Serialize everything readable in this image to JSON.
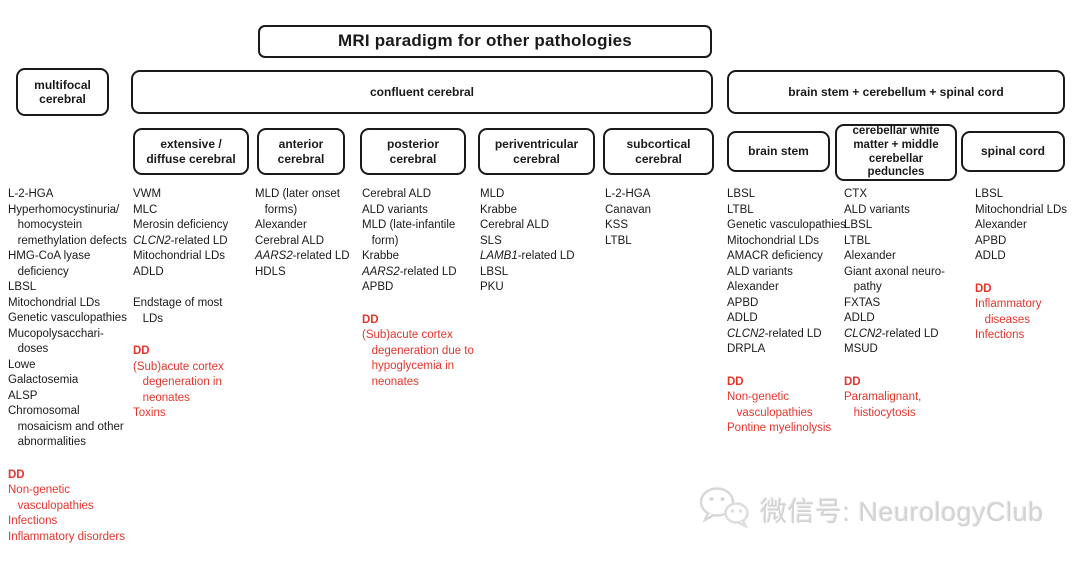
{
  "title": "MRI paradigm for other pathologies",
  "category_boxes": [
    {
      "label": "multifocal\ncerebral"
    },
    {
      "label": "confluent cerebral"
    },
    {
      "label": "brain stem + cerebellum + spinal cord"
    }
  ],
  "subcategory_boxes": [
    {
      "label": "extensive /\ndiffuse cerebral"
    },
    {
      "label": "anterior\ncerebral"
    },
    {
      "label": "posterior\ncerebral"
    },
    {
      "label": "periventricular\ncerebral"
    },
    {
      "label": "subcortical\ncerebral"
    },
    {
      "label": "brain stem"
    },
    {
      "label": "cerebellar white\nmatter + middle\ncerebellar\npeduncles"
    },
    {
      "label": "spinal cord"
    }
  ],
  "columns": [
    {
      "region": "multifocal cerebral",
      "groups": [
        {
          "color": "black",
          "lines": [
            "L-2-HGA",
            "Hyperhomocystinuria/",
            "   homocystein",
            "   remethylation defects",
            "HMG-CoA lyase",
            "   deficiency",
            "LBSL",
            "Mitochondrial LDs",
            "Genetic vasculopathies",
            "Mucopolysacchari-",
            "   doses",
            "Lowe",
            "Galactosemia",
            "ALSP",
            "Chromosomal",
            "   mosaicism and other",
            "   abnormalities"
          ]
        },
        {
          "color": "red",
          "lines": [
            "DD",
            "Non-genetic",
            "   vasculopathies",
            "Infections",
            "Inflammatory disorders"
          ]
        }
      ]
    },
    {
      "region": "extensive / diffuse cerebral",
      "groups": [
        {
          "color": "black",
          "lines": [
            "VWM",
            "MLC",
            "Merosin deficiency",
            "*CLCN2*-related LD",
            "Mitochondrial LDs",
            "ADLD"
          ]
        },
        {
          "color": "black",
          "lines": [
            "Endstage of most",
            "   LDs"
          ]
        },
        {
          "color": "red",
          "lines": [
            "DD",
            "(Sub)acute cortex",
            "   degeneration in",
            "   neonates",
            "Toxins"
          ]
        }
      ]
    },
    {
      "region": "anterior cerebral",
      "groups": [
        {
          "color": "black",
          "lines": [
            "MLD (later onset",
            "   forms)",
            "Alexander",
            "Cerebral ALD",
            "*AARS2*-related LD",
            "HDLS"
          ]
        }
      ]
    },
    {
      "region": "posterior cerebral",
      "groups": [
        {
          "color": "black",
          "lines": [
            "Cerebral ALD",
            "ALD variants",
            "MLD (late-infantile",
            "   form)",
            "Krabbe",
            "*AARS2*-related LD",
            "APBD"
          ]
        },
        {
          "color": "red",
          "lines": [
            "DD",
            "(Sub)acute cortex",
            "   degeneration due to",
            "   hypoglycemia in",
            "   neonates"
          ]
        }
      ]
    },
    {
      "region": "periventricular cerebral",
      "groups": [
        {
          "color": "black",
          "lines": [
            "MLD",
            "Krabbe",
            "Cerebral ALD",
            "SLS",
            "*LAMB1*-related LD",
            "LBSL",
            "PKU"
          ]
        }
      ]
    },
    {
      "region": "subcortical cerebral",
      "groups": [
        {
          "color": "black",
          "lines": [
            "L-2-HGA",
            "Canavan",
            "KSS",
            "LTBL"
          ]
        }
      ]
    },
    {
      "region": "brain stem",
      "groups": [
        {
          "color": "black",
          "lines": [
            "LBSL",
            "LTBL",
            "Genetic vasculopathies",
            "Mitochondrial LDs",
            "AMACR deficiency",
            "ALD variants",
            "Alexander",
            "APBD",
            "ADLD",
            "*CLCN2*-related LD",
            "DRPLA"
          ]
        },
        {
          "color": "red",
          "lines": [
            "DD",
            "Non-genetic",
            "   vasculopathies",
            "Pontine myelinolysis"
          ]
        }
      ]
    },
    {
      "region": "cerebellar white matter + middle cerebellar peduncles",
      "groups": [
        {
          "color": "black",
          "lines": [
            "CTX",
            "ALD variants",
            "LBSL",
            "LTBL",
            "Alexander",
            "Giant axonal neuro-",
            "   pathy",
            "FXTAS",
            "ADLD",
            "*CLCN2*-related LD",
            "MSUD"
          ]
        },
        {
          "color": "red",
          "lines": [
            "DD",
            "Paramalignant,",
            "   histiocytosis"
          ]
        }
      ]
    },
    {
      "region": "spinal cord",
      "groups": [
        {
          "color": "black",
          "lines": [
            "LBSL",
            "Mitochondrial LDs",
            "Alexander",
            "APBD",
            "ADLD"
          ]
        },
        {
          "color": "red",
          "lines": [
            "DD",
            "Inflammatory",
            "   diseases",
            "Infections"
          ]
        }
      ]
    }
  ],
  "watermark": {
    "icon": "wechat-icon",
    "label": "微信号: NeurologyClub"
  },
  "colors": {
    "dd_red": "#e5362b",
    "ink": "#1a1a1a",
    "watermark_gray": "#d3d3d3"
  }
}
